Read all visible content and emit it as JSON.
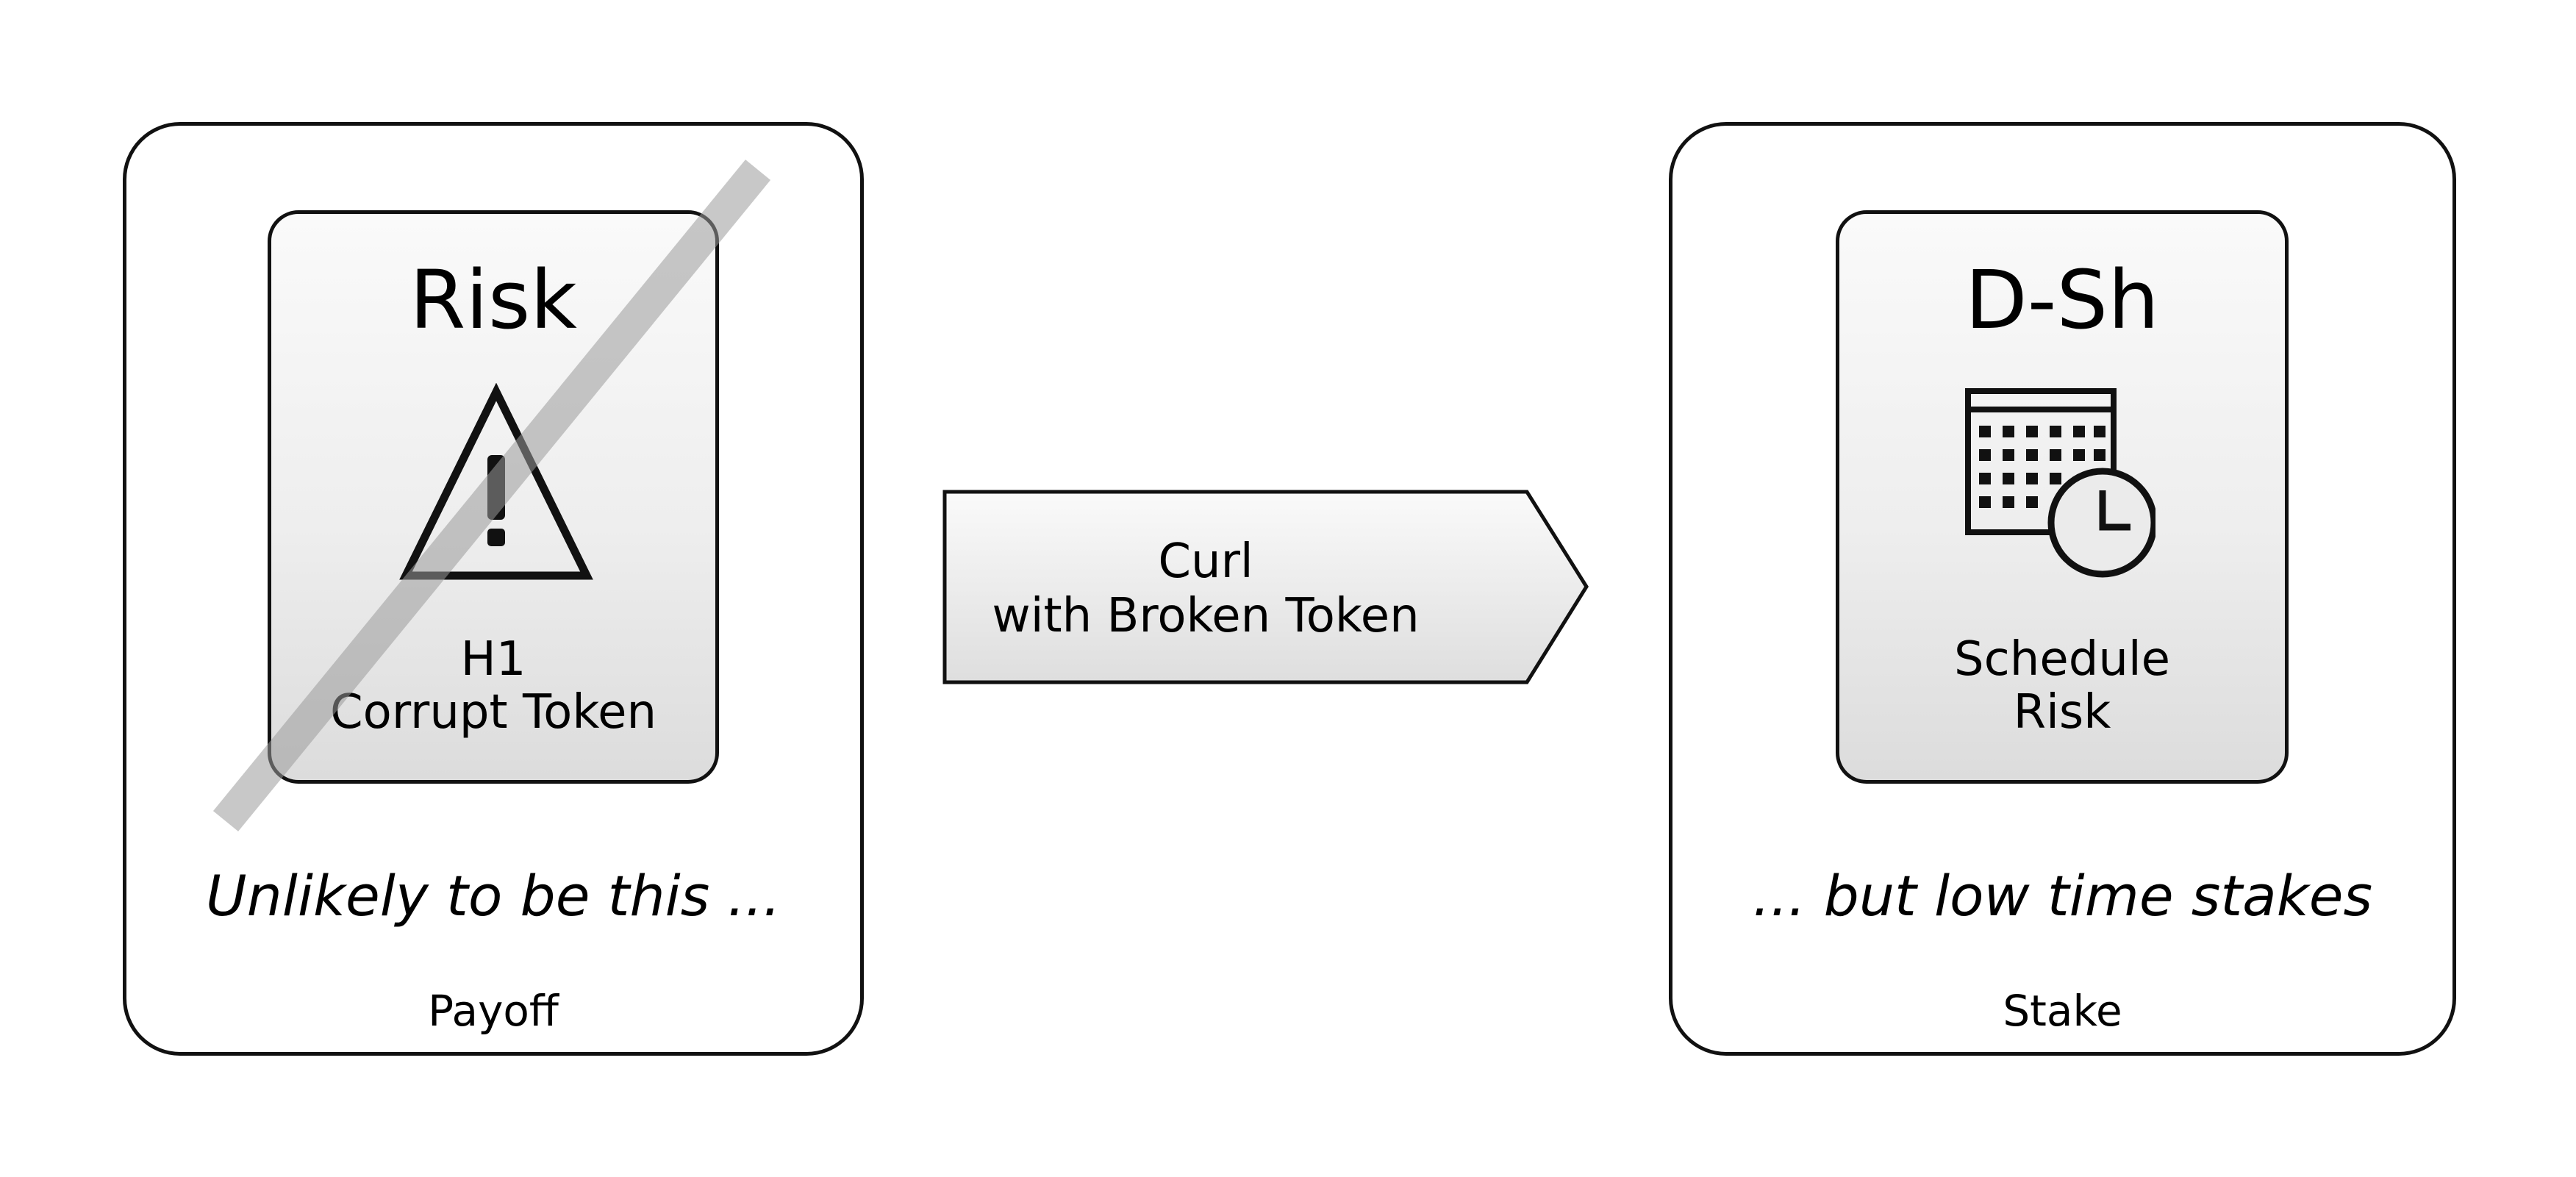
{
  "left_panel": {
    "card_title": "Risk",
    "card_caption_line1": "H1",
    "card_caption_line2": "Corrupt Token",
    "tagline": "Unlikely to be this ...",
    "footer": "Payoff",
    "icon": "warning-triangle-icon",
    "crossed_out": true
  },
  "arrow": {
    "line1": "Curl",
    "line2": "with Broken Token"
  },
  "right_panel": {
    "card_title": "D-Sh",
    "card_caption_line1": "Schedule",
    "card_caption_line2": "Risk",
    "tagline": "... but low time stakes",
    "footer": "Stake",
    "icon": "calendar-clock-icon"
  },
  "colors": {
    "stroke": "#111111",
    "strike": "#c0c0c0",
    "card_gradient_top": "#fafafa",
    "card_gradient_bottom": "#dcdcdc"
  }
}
